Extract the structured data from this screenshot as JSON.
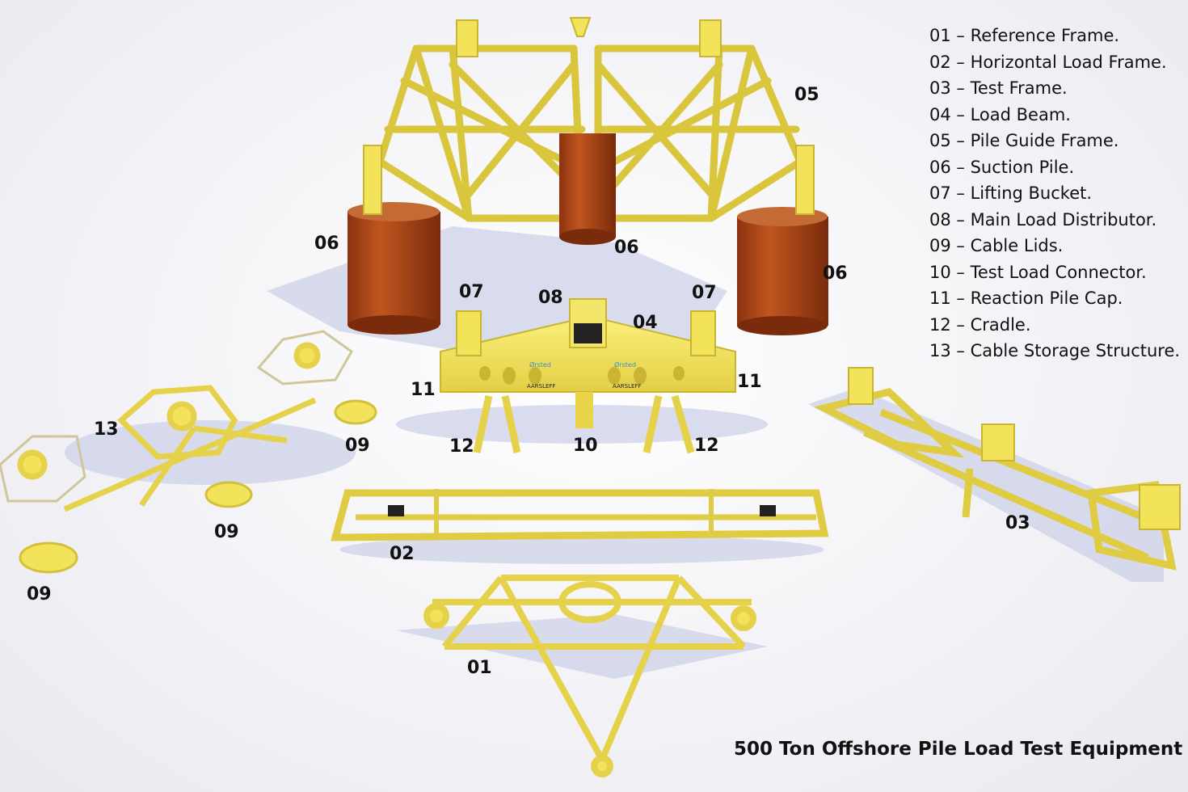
{
  "caption": "500 Ton Offshore Pile Load Test Equipment",
  "legend": [
    "01 – Reference Frame.",
    "02 – Horizontal Load Frame.",
    "03 – Test Frame.",
    "04 – Load Beam.",
    "05 – Pile Guide Frame.",
    "06 – Suction Pile.",
    "07 – Lifting Bucket.",
    "08 – Main Load Distributor.",
    "09 – Cable Lids.",
    "10 – Test Load Connector.",
    "11 – Reaction Pile Cap.",
    "12 – Cradle.",
    "13 – Cable Storage Structure."
  ],
  "labels": {
    "n01": "01",
    "n02": "02",
    "n03": "03",
    "n04": "04",
    "n05": "05",
    "n06": "06",
    "n07": "07",
    "n08": "08",
    "n09": "09",
    "n10": "10",
    "n11": "11",
    "n12": "12",
    "n13": "13"
  },
  "load_beam_text": {
    "brand1": "Ørsted",
    "brand2": "AARSLEFF"
  },
  "colors": {
    "steel": "#f2e35a",
    "steel_dark": "#c9b532",
    "pile": "#b2491c",
    "pile_dark": "#7e2d0e",
    "shadow": "#cfd3e6",
    "label": "#111111"
  }
}
